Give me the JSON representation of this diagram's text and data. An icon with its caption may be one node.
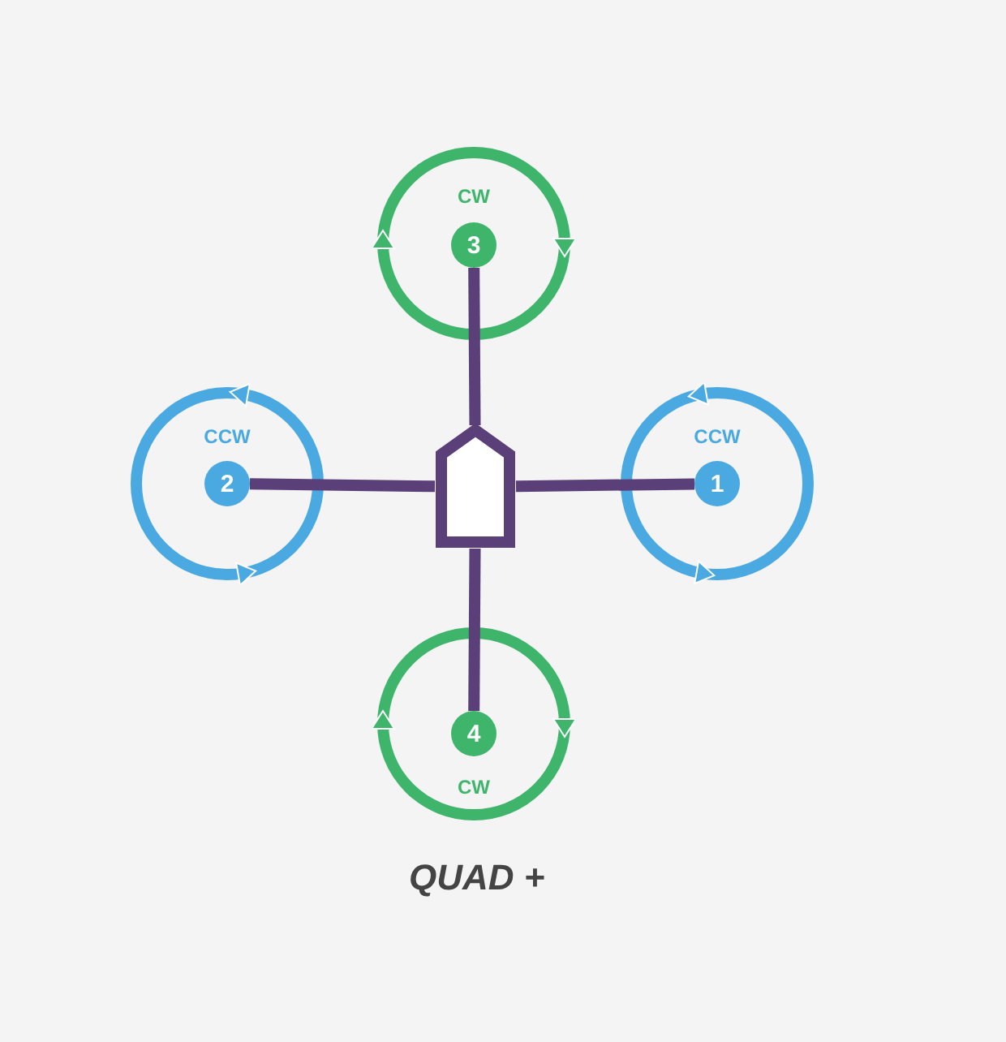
{
  "diagram": {
    "caption": "QUAD +",
    "nodes": [
      {
        "text": [
          "CW"
        ]
      },
      {
        "text": [
          "3"
        ],
        "in": 0
      },
      {
        "text": [
          "CCW"
        ]
      },
      {
        "text": [
          "2"
        ],
        "in": 2
      },
      {
        "text": [],
        "shape": "box"
      },
      {
        "text": [
          "CCW"
        ]
      },
      {
        "text": [
          "1"
        ],
        "in": 5
      },
      {
        "text": [
          "CW"
        ]
      },
      {
        "text": [
          "4"
        ],
        "in": 7
      }
    ],
    "edges": [
      {
        "from": 4,
        "to": 1,
        "arrow": "none"
      },
      {
        "from": 4,
        "to": 3,
        "arrow": "none"
      },
      {
        "from": 4,
        "to": 6,
        "arrow": "none"
      },
      {
        "from": 4,
        "to": 8,
        "arrow": "none"
      }
    ]
  }
}
